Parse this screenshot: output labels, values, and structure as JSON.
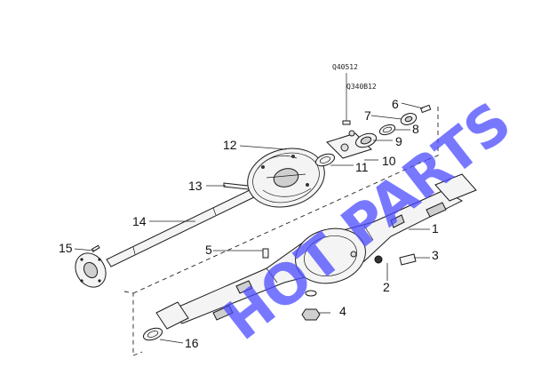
{
  "watermark": "HOT PARTS",
  "codes": {
    "upper": "Q40512",
    "lower": "Q340B12"
  },
  "callouts": {
    "c1": "1",
    "c2": "2",
    "c3": "3",
    "c4": "4",
    "c5": "5",
    "c6": "6",
    "c7": "7",
    "c8": "8",
    "c9": "9",
    "c10": "10",
    "c11": "11",
    "c12": "12",
    "c13": "13",
    "c14": "14",
    "c15": "15",
    "c16": "16"
  },
  "colors": {
    "watermark": "#4b4bff",
    "lines": "#1a1a1a"
  }
}
